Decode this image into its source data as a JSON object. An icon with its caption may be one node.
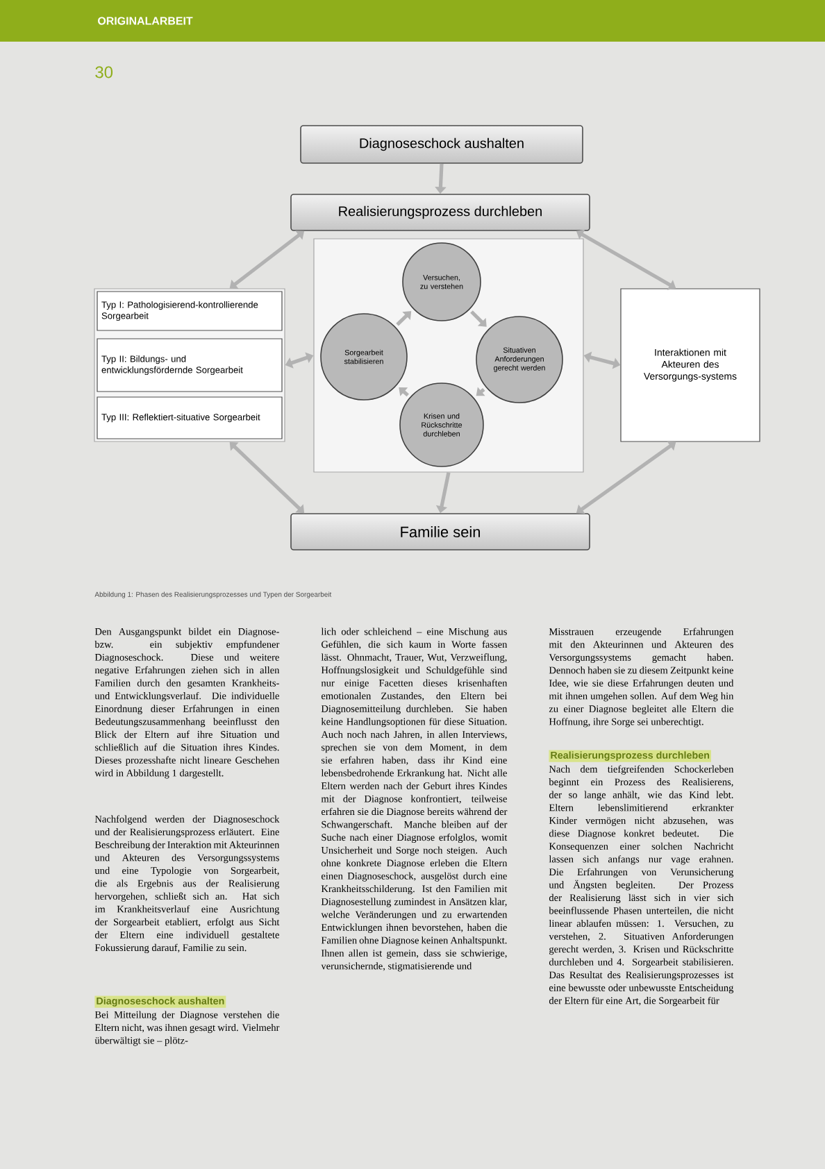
{
  "diagram": {
    "caption": "Abbildung 1: Phasen des Realisierungsprozesses und Typen der Sorgearbeit",
    "nodes": [
      {
        "text": [
          "Diagnoseschock aushalten"
        ]
      },
      {
        "text": [
          "Realisierungsprozess durchleben"
        ]
      },
      {
        "text": [],
        "shape": "box"
      },
      {
        "text": [
          "Typ I: Pathologisierend-kontrollierende Sorgearbeit"
        ],
        "in": 2
      },
      {
        "text": [
          "Typ II: Bildungs- und entwicklungsfördernde Sorgearbeit"
        ],
        "in": 2
      },
      {
        "text": [
          "Typ III: Reflektiert-situative Sorgearbeit"
        ],
        "in": 2
      },
      {
        "text": [],
        "shape": "box"
      },
      {
        "text": [
          "Versuchen, zu verstehen"
        ],
        "in": 6
      },
      {
        "text": [
          "Sorgearbeit stabilisieren"
        ],
        "in": 6
      },
      {
        "text": [
          "Situativen Anforderungen gerecht werden"
        ],
        "in": 6
      },
      {
        "text": [
          "Krisen und Rückschritte durchleben"
        ],
        "in": 6
      },
      {
        "text": [
          "Interaktionen mit Akteuren des Versorgungs-systems"
        ]
      },
      {
        "text": [
          "Familie sein"
        ]
      }
    ],
    "edges": [
      {
        "from": 0,
        "to": 1,
        "arrow": "to"
      },
      {
        "from": 1,
        "to": 2,
        "arrow": "both"
      },
      {
        "from": 1,
        "to": 11,
        "arrow": "both"
      },
      {
        "from": 2,
        "to": 6,
        "arrow": "both"
      },
      {
        "from": 6,
        "to": 11,
        "arrow": "both"
      },
      {
        "from": 2,
        "to": 12,
        "arrow": "both"
      },
      {
        "from": 11,
        "to": 12,
        "arrow": "both"
      },
      {
        "from": 6,
        "to": 12,
        "arrow": "to"
      },
      {
        "from": 7,
        "to": 9,
        "arrow": "to"
      },
      {
        "from": 9,
        "to": 10,
        "arrow": "to"
      },
      {
        "from": 10,
        "to": 8,
        "arrow": "to"
      },
      {
        "from": 8,
        "to": 7,
        "arrow": "to"
      }
    ],
    "labels": [
      "ORIGINALARBEIT",
      "30",
      "Den Ausgangspunkt bildet ein Diagnose- bzw. ein subjektiv empfundener Diagnoseschock. Diese und weitere negative Erfahrungen ziehen sich in allen Familien durch den gesamten Krankheits- und Entwicklungsverlauf. Die individuelle Einordnung dieser Erfahrungen in einen Bedeutungszusammenhang beeinflusst den Blick der Eltern auf ihre Situation und schließlich auf die Situation ihres Kindes. Dieses prozesshafte nicht lineare Geschehen wird in Abbildung 1 dargestellt.",
      "Nachfolgend werden der Diagnoseschock und der Realisierungsprozess erläutert. Eine Beschreibung der Interaktion mit Akteurinnen und Akteuren des Versorgungssystems und eine Typologie von Sorgearbeit, die als Ergebnis aus der Realisierung hervorgehen, schließt sich an. Hat sich im Krankheitsverlauf eine Ausrichtung der Sorgearbeit etabliert, erfolgt aus Sicht der Eltern eine individuell gestaltete Fokussierung darauf, Familie zu sein.",
      "Diagnoseschock aushalten",
      "Bei Mitteilung der Diagnose verstehen die Eltern nicht, was ihnen gesagt wird. Vielmehr überwältigt sie – plötz-",
      "lich oder schleichend – eine Mischung aus Gefühlen, die sich kaum in Worte fassen lässt. Ohnmacht, Trauer, Wut, Verzweiflung, Hoffnungslosigkeit und Schuldgefühle sind nur einige Facetten dieses krisenhaften emotionalen Zustandes, den Eltern bei Diagnosemitteilung durchleben. Sie haben keine Handlungsoptionen für diese Situation. Auch noch nach Jahren, in allen Interviews, sprechen sie von dem Moment, in dem sie erfahren haben, dass ihr Kind eine lebensbedrohende Erkrankung hat. Nicht alle Eltern werden nach der Geburt ihres Kindes mit der Diagnose konfrontiert, teilweise erfahren sie die Diagnose bereits während der Schwangerschaft. Manche bleiben auf der Suche nach einer Diagnose erfolglos, womit Unsicherheit und Sorge noch steigen. Auch ohne konkrete Diagnose erleben die Eltern einen Diagnoseschock, ausgelöst durch eine Krankheitsschilderung. Ist den Familien mit Diagnosestellung zumindest in Ansätzen klar, welche Veränderungen und zu erwartenden Entwicklungen ihnen bevorstehen, haben die Familien ohne Diagnose keinen Anhaltspunkt. Ihnen allen ist gemein, dass sie schwierige, verunsichernde, stigmatisierende und",
      "Misstrauen erzeugende Erfahrungen mit den Akteurinnen und Akteuren des Versorgungssystems gemacht haben. Dennoch haben sie zu diesem Zeitpunkt keine Idee, wie sie diese Erfahrungen deuten und mit ihnen umgehen sollen. Auf dem Weg hin zu einer Diagnose begleitet alle Eltern die Hoffnung, ihre Sorge sei unberechtigt.",
      "Realisierungsprozess durchleben",
      "Nach dem tiefgreifenden Schockerleben beginnt ein Prozess des Realisierens, der so lange anhält, wie das Kind lebt. Eltern lebenslimitierend erkrankter Kinder vermögen nicht abzusehen, was diese Diagnose konkret bedeutet. Die Konsequenzen einer solchen Nachricht lassen sich anfangs nur vage erahnen. Die Erfahrungen von Verunsicherung und Ängsten begleiten. Der Prozess der Realisierung lässt sich in vier sich beeinflussende Phasen unterteilen, die nicht linear ablaufen müssen: 1. Versuchen, zu verstehen, 2. Situativen Anforderungen gerecht werden, 3. Krisen und Rückschritte durchleben und 4. Sorgearbeit stabilisieren. Das Resultat des Realisierungsprozesses ist eine bewusste oder unbewusste Entscheidung der Eltern für eine Art, die Sorgearbeit für"
    ]
  }
}
